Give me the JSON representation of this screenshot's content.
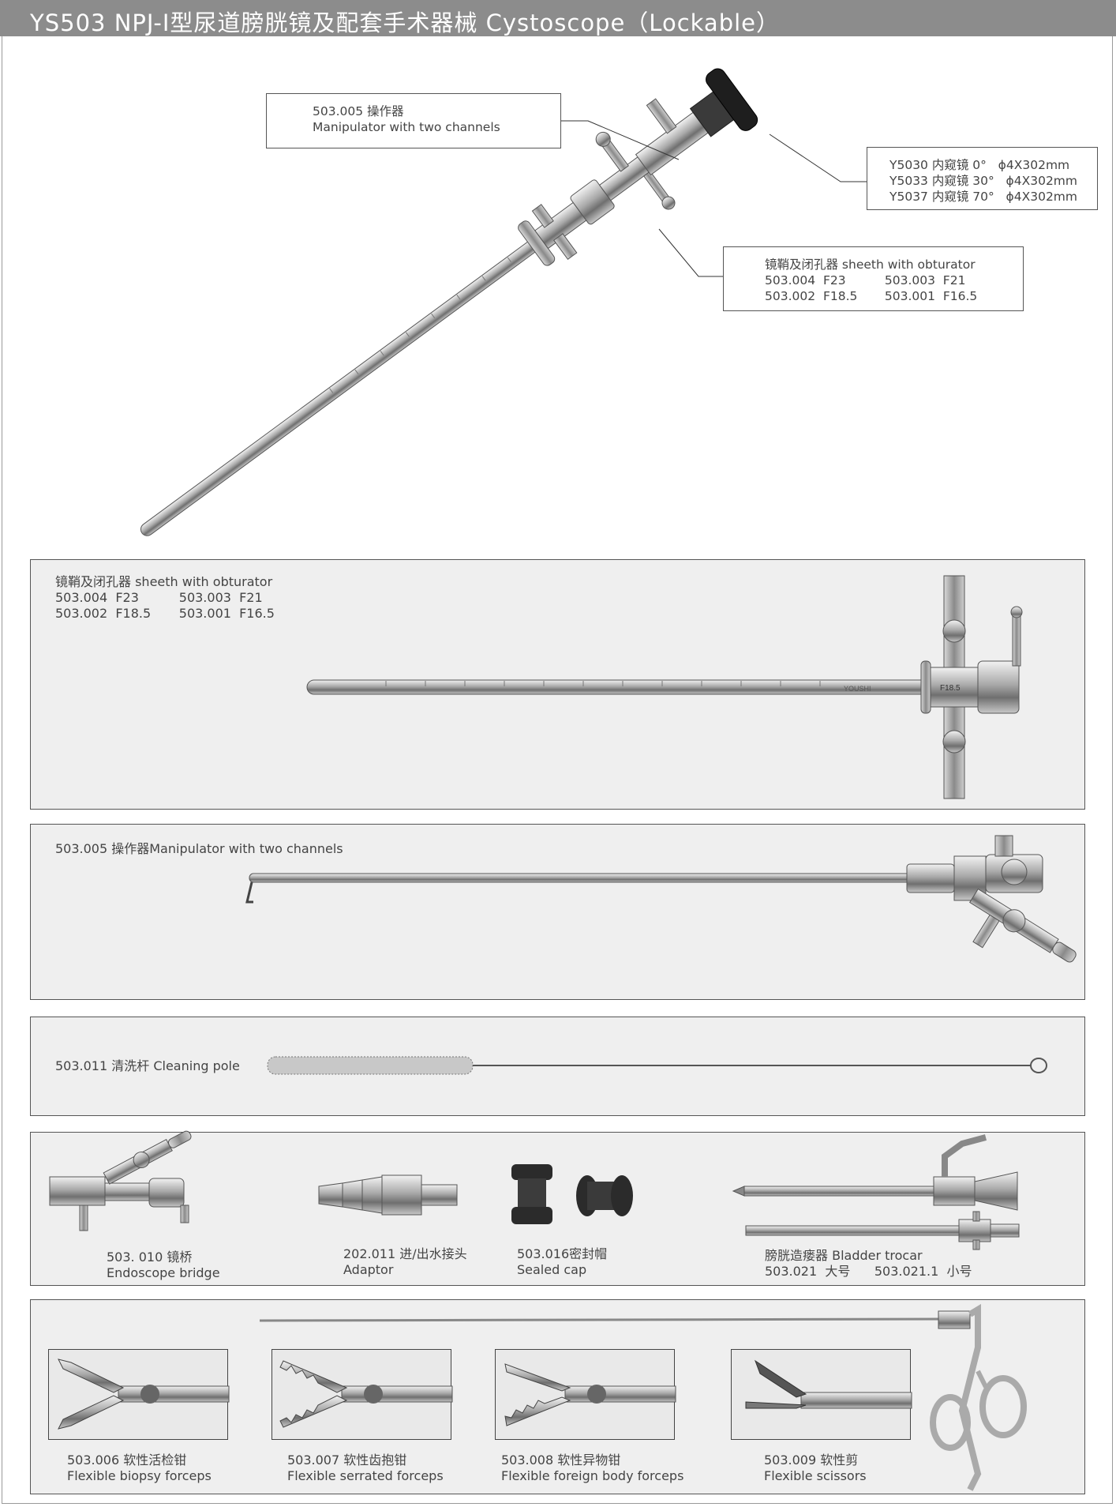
{
  "header": {
    "title": "YS503   NPJ-Ⅰ型尿道膀胱镜及配套手术器械 Cystoscope（Lockable）"
  },
  "top_section": {
    "manipulator_callout": {
      "line1": "503.005 操作器",
      "line2": "Manipulator with two channels"
    },
    "telescope_callout": {
      "line1": "Y5030 内窥镜 0°   ϕ4X302mm",
      "line2": "Y5033 内窥镜 30°   ϕ4X302mm",
      "line3": "Y5037 内窥镜 70°   ϕ4X302mm"
    },
    "sheath_callout": {
      "line1": "镜鞘及闭孔器 sheeth with obturator",
      "line2": "503.004  F23          503.003  F21",
      "line3": "503.002  F18.5       503.001  F16.5"
    }
  },
  "sheath_panel": {
    "line1": "镜鞘及闭孔器 sheeth with obturator",
    "line2": "503.004  F23          503.003  F21",
    "line3": "503.002  F18.5       503.001  F16.5",
    "sheath_marking": "F18.5",
    "brand_marking": "YOUSHI"
  },
  "manipulator_panel": {
    "label": "503.005 操作器Manipulator with two channels"
  },
  "cleaning_panel": {
    "label": "503.011 清洗杆 Cleaning pole"
  },
  "accessories_panel": {
    "bridge": {
      "line1": "503. 010 镜桥",
      "line2": "Endoscope bridge"
    },
    "adaptor": {
      "line1": "202.011 进/出水接头",
      "line2": "Adaptor"
    },
    "cap": {
      "line1": "503.016密封帽",
      "line2": "Sealed cap"
    },
    "trocar": {
      "line1": "膀胱造瘘器 Bladder trocar",
      "line2": "503.021  大号      503.021.1  小号"
    }
  },
  "forceps_panel": {
    "items": [
      {
        "line1": "503.006 软性活检钳",
        "line2": "Flexible biopsy forceps"
      },
      {
        "line1": "503.007 软性齿抱钳",
        "line2": "Flexible serrated forceps"
      },
      {
        "line1": "503.008 软性异物钳",
        "line2": "Flexible foreign body forceps"
      },
      {
        "line1": "503.009 软性剪",
        "line2": "Flexible scissors"
      }
    ]
  },
  "colors": {
    "header_bg": "#8c8c8c",
    "panel_bg": "#efefef",
    "steel": "#9a9a9a"
  }
}
